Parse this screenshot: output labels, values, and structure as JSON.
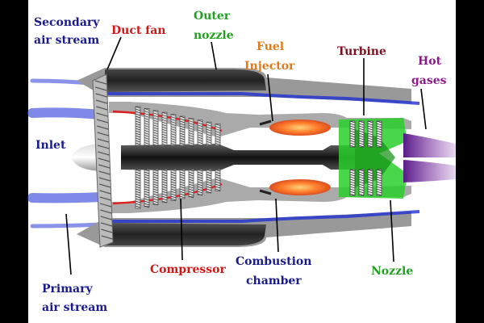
{
  "labels": {
    "secondary_air_1": "Secondary",
    "secondary_air_2": "air stream",
    "duct_fan": "Duct fan",
    "outer_nozzle_1": "Outer",
    "outer_nozzle_2": "nozzle",
    "fuel_injector_1": "Fuel",
    "fuel_injector_2": "Injector",
    "turbine": "Turbine",
    "hot_gases_1": "Hot",
    "hot_gases_2": "gases",
    "inlet": "Inlet",
    "compressor": "Compressor",
    "combustion_1": "Combustion",
    "combustion_2": "chamber",
    "nozzle": "Nozzle",
    "primary_air_1": "Primary",
    "primary_air_2": "air stream"
  },
  "colors": {
    "blue_label": "#1a1a8c",
    "red_label": "#d01818",
    "green_label": "#22a022",
    "orange_label": "#e07a1a",
    "maroon_label": "#7a1020",
    "purple_label": "#8a1a8a",
    "airflow": "#1f2fd0",
    "hot_gas": "#7a1a9a",
    "turbine_glow": "#1ad01a",
    "flame": "#ff7a2a"
  }
}
